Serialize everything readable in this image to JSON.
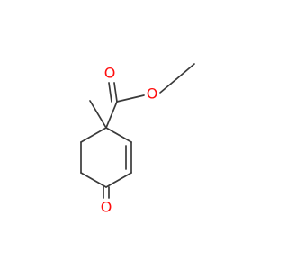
{
  "molecule": {
    "atoms": {
      "carbonyl_oxygen": "O",
      "ester_oxygen": "O",
      "ketone_oxygen": "O"
    },
    "colors": {
      "bond": "#3a3a3a",
      "oxygen": "#ff0d0d",
      "background": "#ffffff"
    }
  }
}
